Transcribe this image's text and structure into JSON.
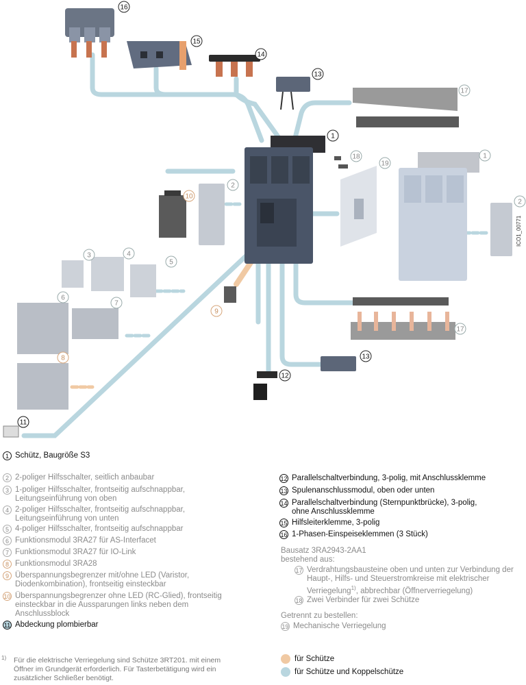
{
  "diagram": {
    "side_code": "ICO1_00771",
    "callouts": [
      "1",
      "2",
      "3",
      "4",
      "5",
      "6",
      "7",
      "8",
      "9",
      "10",
      "11",
      "12",
      "13",
      "14",
      "15",
      "16",
      "17",
      "18",
      "19"
    ]
  },
  "legend": {
    "item1": {
      "num": "1",
      "text": "Schütz, Baugröße S3"
    },
    "item2": {
      "num": "2",
      "text": "2-poliger Hilfsschalter, seitlich anbaubar"
    },
    "item3": {
      "num": "3",
      "text": "1-poliger Hilfsschalter, frontseitig aufschnappbar, Leitungseinführung von oben"
    },
    "item4": {
      "num": "4",
      "text": "2-poliger Hilfsschalter, frontseitig aufschnappbar, Leitungseinführung von unten"
    },
    "item5": {
      "num": "5",
      "text": "4-poliger Hilfsschalter, frontseitig aufschnappbar"
    },
    "item6": {
      "num": "6",
      "text": "Funktionsmodul 3RA27 für AS-Interfacet"
    },
    "item7": {
      "num": "7",
      "text": "Funktionsmodul 3RA27 für IO-Link"
    },
    "item8": {
      "num": "8",
      "text": "Funktionsmodul 3RA28"
    },
    "item9": {
      "num": "9",
      "text": "Überspannungsbegrenzer mit/ohne LED (Varistor, Diodenkombination), frontseitig einsteckbar"
    },
    "item10": {
      "num": "10",
      "text": "Überspannungsbegrenzer ohne LED (RC-Glied), frontseitig einsteckbar in die Aussparungen links neben dem Anschlussblock"
    },
    "item11": {
      "num": "11",
      "text": "Abdeckung plombierbar"
    },
    "item12": {
      "num": "12",
      "text": "Parallelschaltverbindung, 3-polig, mit Anschlussklemme"
    },
    "item13": {
      "num": "13",
      "text": "Spulenanschlussmodul, oben oder unten"
    },
    "item14": {
      "num": "14",
      "text": "Parallelschaltverbindung (Sternpunktbrücke), 3-polig, ohne Anschlussklemme"
    },
    "item15": {
      "num": "15",
      "text": "Hilfsleiterklemme, 3-polig"
    },
    "item16": {
      "num": "16",
      "text": "1-Phasen-Einspeiseklemmen (3 Stück)"
    },
    "bausatz_title": "Bausatz 3RA2943-2AA1",
    "bausatz_sub": "bestehend aus:",
    "item17": {
      "num": "17",
      "text": "Verdrahtungsbausteine oben und unten zur Verbindung der Haupt-, Hilfs- und Steuerstromkreise mit elektrischer Verriegelung",
      "sup": "1)",
      "text_after": ", abbrechbar (Öffnerverriegelung)"
    },
    "item18": {
      "num": "18",
      "text": "Zwei Verbinder für zwei Schütze"
    },
    "separate_title": "Getrennt zu bestellen:",
    "item19": {
      "num": "19",
      "text": "Mechanische Verriegelung"
    }
  },
  "footnote": {
    "mark": "1)",
    "text": "Für die elektrische Verriegelung sind Schütze 3RT201. mit einem Öffner im Grundgerät erforderlich. Für Tasterbetätigung wird ein zusätzlicher Schließer benötigt."
  },
  "color_key": {
    "orange": {
      "color": "#f0c9a3",
      "label": "für Schütze"
    },
    "blue": {
      "color": "#b9d6df",
      "label": "für Schütze und Koppelschütze"
    }
  }
}
